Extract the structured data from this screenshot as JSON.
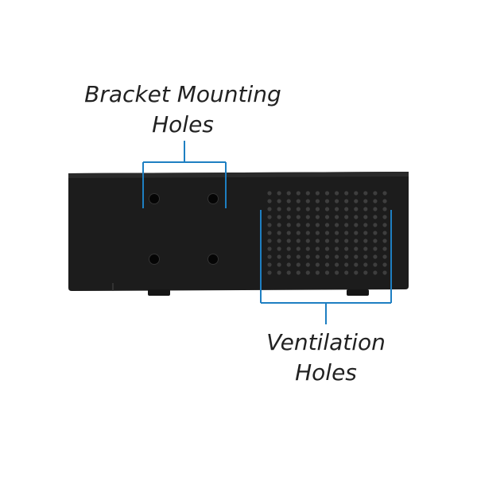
{
  "labels": {
    "bracket_line1": "Bracket Mounting",
    "bracket_line2": "Holes",
    "vent_line1": "Ventilation",
    "vent_line2": "Holes"
  },
  "colors": {
    "device_body": "#1c1c1c",
    "device_edge": "#2a2a2a",
    "callout_line": "#1e7fc2",
    "text": "#222222"
  },
  "vent_grid": {
    "rows": 11,
    "cols": 13
  }
}
